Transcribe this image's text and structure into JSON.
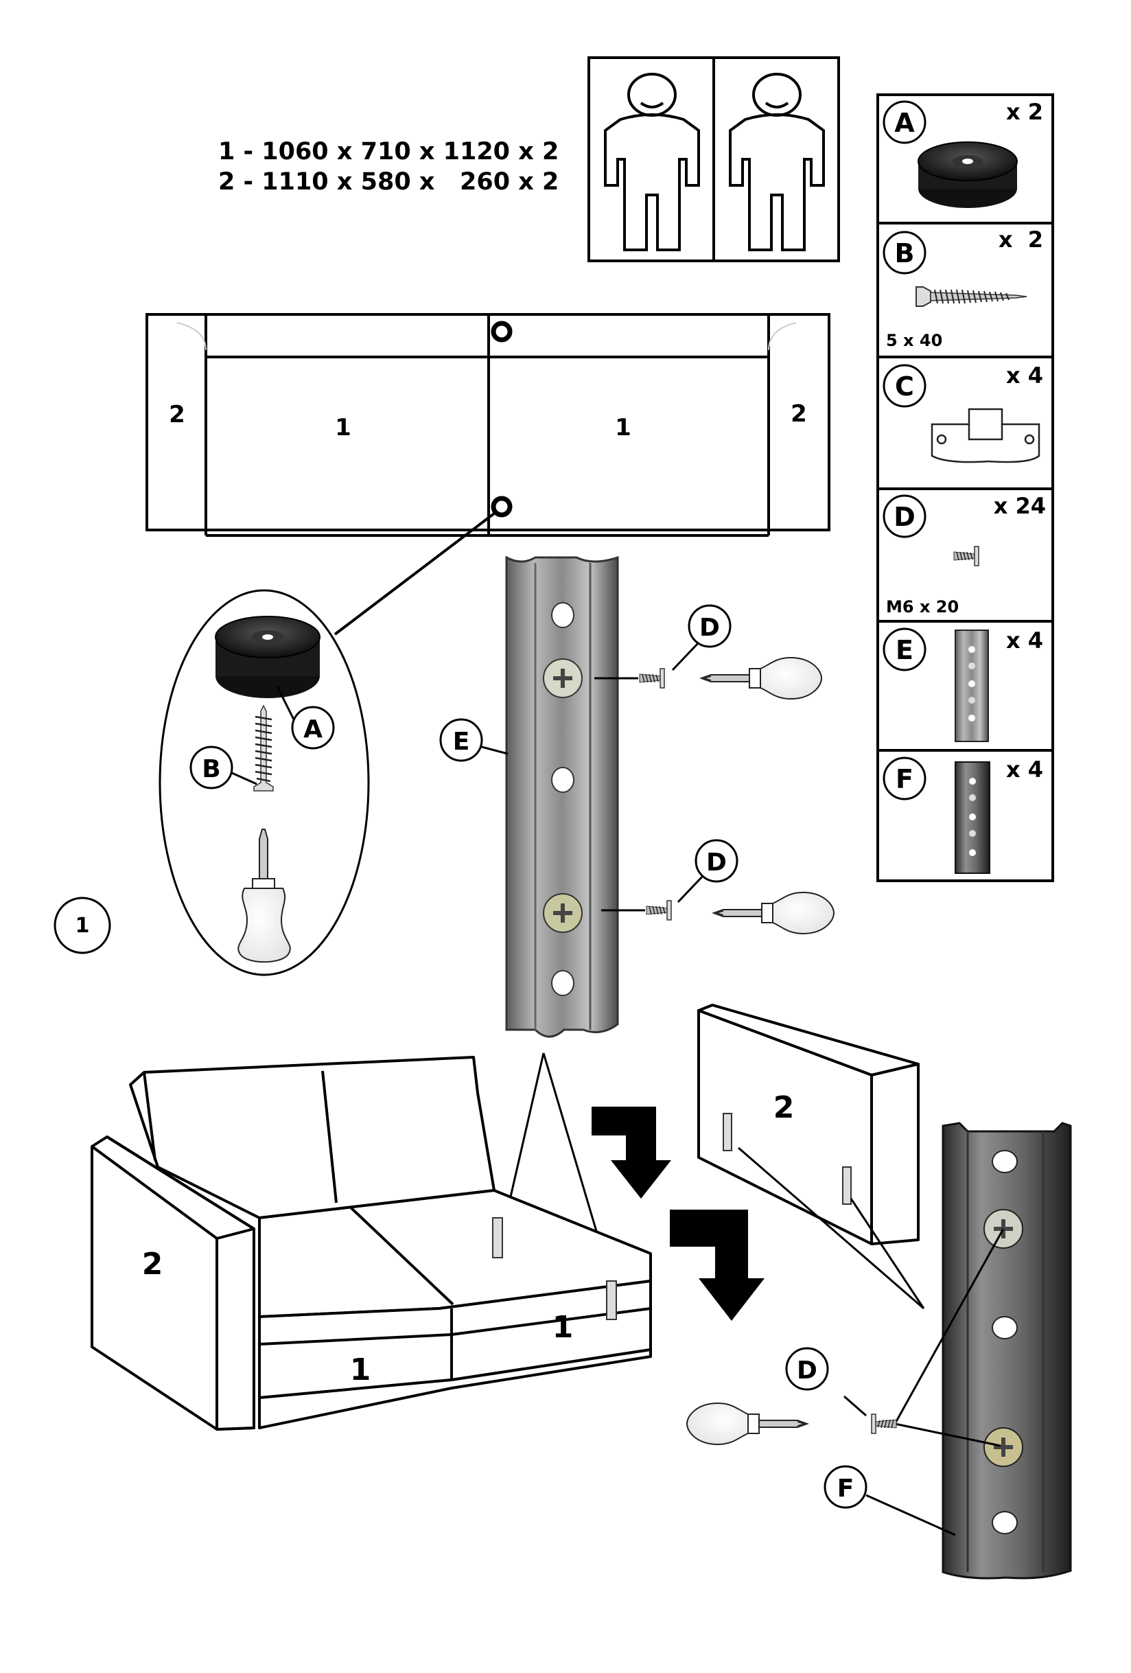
{
  "dimensions": {
    "line1": "1 - 1060 x 710 x 1120 x 2",
    "line2": "2 - 1110 x 580 x   260 x 2"
  },
  "parts": [
    {
      "id": "A",
      "qty": "x 2",
      "note": ""
    },
    {
      "id": "B",
      "qty": "x  2",
      "note": "5 x 40"
    },
    {
      "id": "C",
      "qty": "x 4",
      "note": ""
    },
    {
      "id": "D",
      "qty": "x 24",
      "note": "M6 x 20"
    },
    {
      "id": "E",
      "qty": "x 4",
      "note": ""
    },
    {
      "id": "F",
      "qty": "x 4",
      "note": ""
    }
  ],
  "topview": {
    "module_center": "1",
    "module_side": "2"
  },
  "step": "1",
  "callouts": {
    "a": "A",
    "b": "B",
    "d": "D",
    "e": "E",
    "f": "F"
  },
  "sofa_labels": {
    "seat": "1",
    "arm": "2"
  }
}
